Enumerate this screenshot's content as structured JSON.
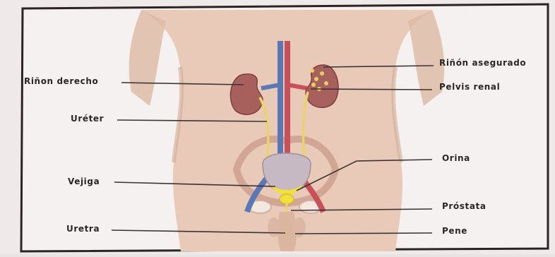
{
  "diagram": {
    "labels": {
      "rinon_derecho": "Riñon derecho",
      "ureter": "Uréter",
      "vejiga": "Vejiga",
      "uretra": "Uretra",
      "rinon_asegurado": "Riñón asegurado",
      "pelvis_renal": "Pelvis renal",
      "orina": "Orina",
      "prostata": "Próstata",
      "pene": "Pene"
    }
  },
  "colors": {
    "paper": "#f5efef",
    "skin": "#e8c9b6",
    "skin_shadow": "#d8b29c",
    "kidney": "#a8605c",
    "artery": "#c9505a",
    "vein": "#5a78b5",
    "ureter": "#e9d36a",
    "urine": "#f2df3a",
    "leader_line": "#3a3434",
    "frame": "#2a2424"
  }
}
